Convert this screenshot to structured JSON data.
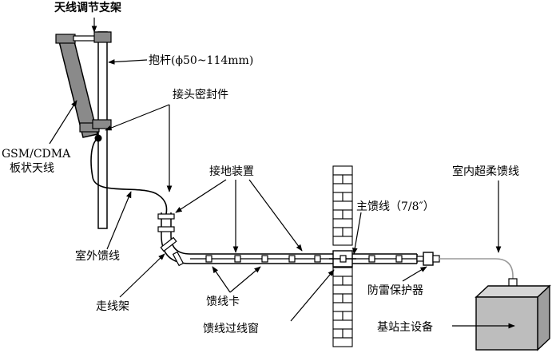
{
  "labels": {
    "bracket": "天线调节支架",
    "pole": "抱杆(ϕ50~114mm)",
    "seal": "接头密封件",
    "antenna_1": "GSM/CDMA",
    "antenna_2": "板状天线",
    "ground": "接地装置",
    "indoor_cable": "室内超柔馈线",
    "main_feeder": "主馈线（7/8″）",
    "outdoor_feeder": "室外馈线",
    "tray": "走线架",
    "clamp": "馈线卡",
    "arrester": "防雷保护器",
    "window": "馈线过线窗",
    "equipment": "基站主设备"
  },
  "colors": {
    "line": "#000000",
    "antenna": "#8a8a8a",
    "box": "#bdbdbd",
    "brick": "#ffffff",
    "indoor_cable": "#9a9a9a"
  }
}
